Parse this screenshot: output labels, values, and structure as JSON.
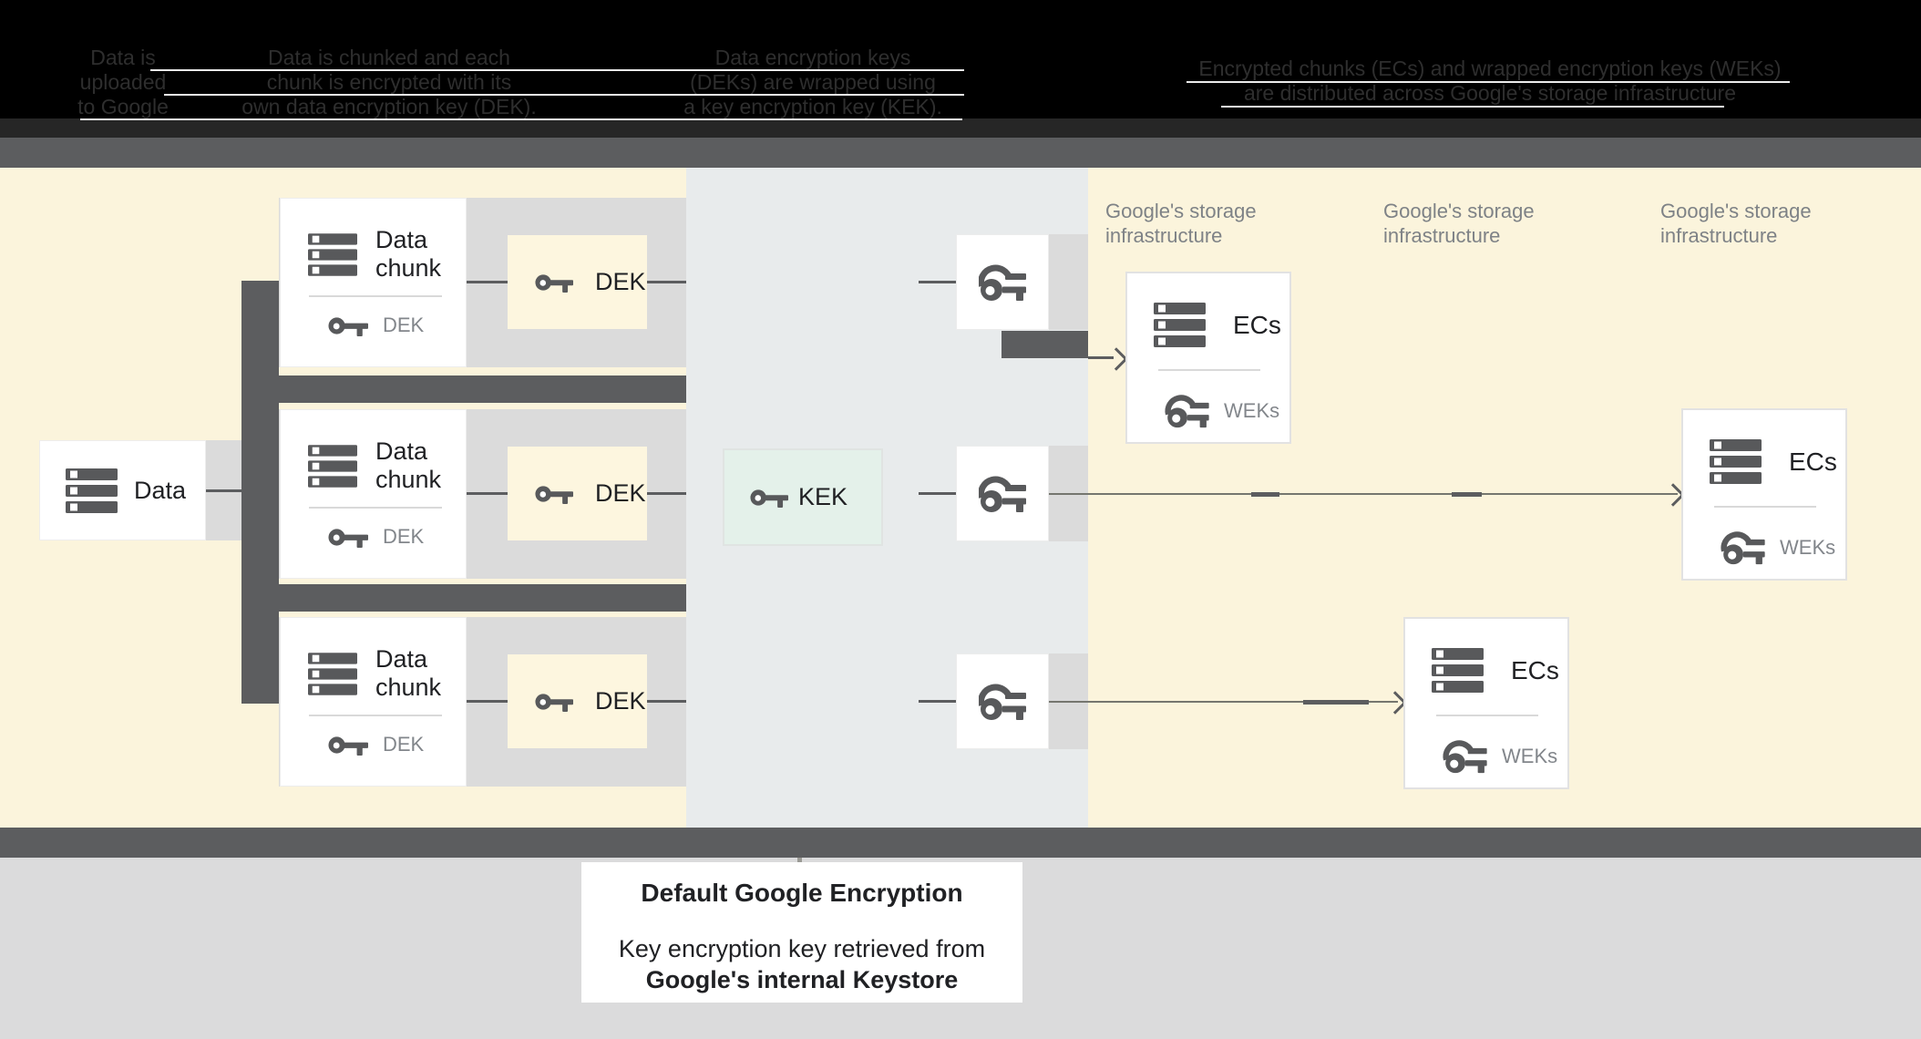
{
  "header": {
    "steps": [
      {
        "lines": [
          "Data is",
          "uploaded",
          "to Google"
        ]
      },
      {
        "lines": [
          "Data is chunked and each",
          "chunk is encrypted with its",
          "own data encryption key (DEK)."
        ]
      },
      {
        "lines": [
          "Data encryption keys",
          "(DEKs) are wrapped using",
          "a key encryption key (KEK)."
        ]
      },
      {
        "lines": [
          "Encrypted chunks (ECs) and wrapped encryption keys (WEKs)",
          "are distributed across Google's storage infrastructure"
        ]
      }
    ]
  },
  "diagram": {
    "data_box": {
      "label": "Data"
    },
    "chunks": [
      {
        "title_line1": "Data",
        "title_line2": "chunk",
        "inner_key_label": "DEK",
        "dek_label": "DEK"
      },
      {
        "title_line1": "Data",
        "title_line2": "chunk",
        "inner_key_label": "DEK",
        "dek_label": "DEK"
      },
      {
        "title_line1": "Data",
        "title_line2": "chunk",
        "inner_key_label": "DEK",
        "dek_label": "DEK"
      }
    ],
    "kek_box": {
      "label": "KEK"
    },
    "storage_labels": [
      {
        "line1": "Google's storage",
        "line2": "infrastructure"
      },
      {
        "line1": "Google's storage",
        "line2": "infrastructure"
      },
      {
        "line1": "Google's storage",
        "line2": "infrastructure"
      }
    ],
    "ecs": [
      {
        "title": "ECs",
        "key_label": "WEKs"
      },
      {
        "title": "ECs",
        "key_label": "WEKs"
      },
      {
        "title": "ECs",
        "key_label": "WEKs"
      }
    ]
  },
  "footer_card": {
    "title": "Default Google Encryption",
    "line1": "Key encryption key retrieved from",
    "line2": "Google's internal Keystore"
  },
  "colors": {
    "background_yellow": "#fbf4dc",
    "background_middle": "#e8ebec",
    "band_gray": "#dbdbdb",
    "dark_gray": "#5c5d5f",
    "kek_mint": "#e4f1ea",
    "footer_gray": "#dbdbdc"
  }
}
